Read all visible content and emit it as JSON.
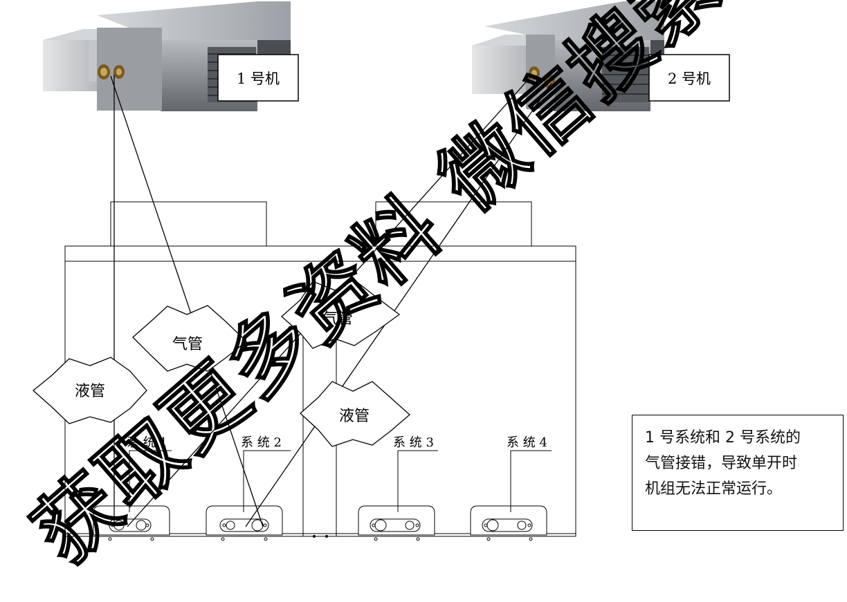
{
  "units": {
    "unit1_label": "1 号机",
    "unit2_label": "2 号机"
  },
  "callouts": {
    "gas_pipe_left": "气管",
    "gas_pipe_right": "气管",
    "liquid_pipe_left": "液管",
    "liquid_pipe_right": "液管"
  },
  "systems": [
    "系 统 1",
    "系 统 2",
    "系 统 3",
    "系 统 4"
  ],
  "note": {
    "line1": "1 号系统和 2 号系统的",
    "line2": "气管接错，导致单开时",
    "line3": "机组无法正常运行。"
  },
  "watermark": "获取更多资料 微信搜索",
  "colors": {
    "unit_body": "#8a8e93",
    "unit_dark": "#3a3d42",
    "line": "#000000"
  }
}
